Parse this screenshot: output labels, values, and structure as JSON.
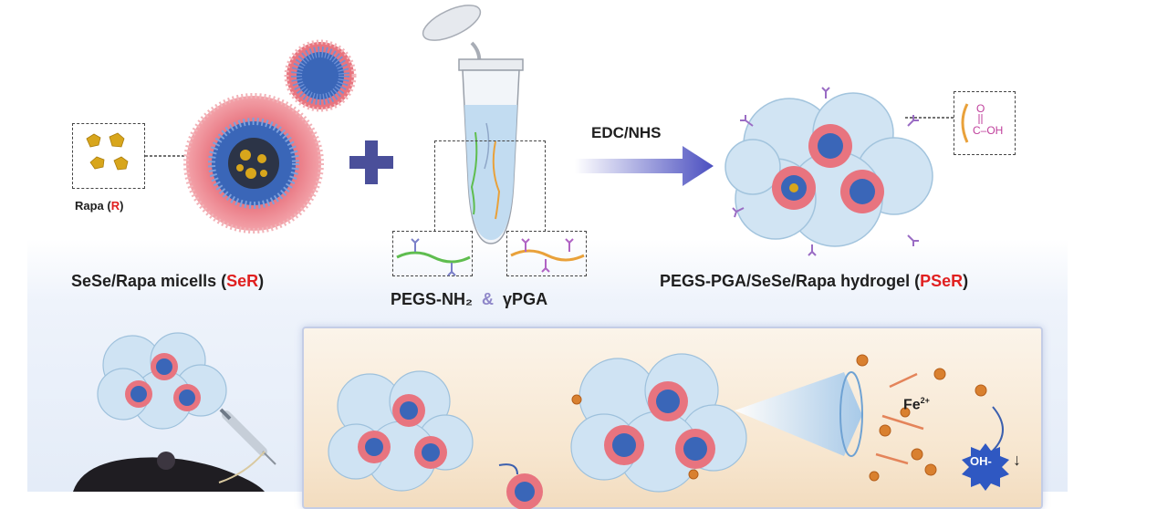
{
  "labels": {
    "rapa_prefix": "Rapa (",
    "rapa_abbr": "R",
    "rapa_suffix": ")",
    "micelle_text": "SeSe/Rapa micells (",
    "micelle_abbr": "SeR",
    "micelle_suffix": ")",
    "peg_text": "PEGS-NH₂",
    "amp": "&",
    "pga_text": "γPGA",
    "reagent": "EDC/NHS",
    "hydrogel_text": "PEGS-PGA/SeSe/Rapa hydrogel  (",
    "hydrogel_abbr": "PSeR",
    "hydrogel_suffix": ")",
    "carboxyl_o": "O",
    "carboxyl_formula": "C–OH",
    "iron_ion": "Fe",
    "iron_charge": "2+",
    "hydroxyl": "OH-",
    "down_arrow": "↓"
  },
  "colors": {
    "micelle_corona": "#e8747f",
    "micelle_core": "#3a66b8",
    "drug": "#d8a61c",
    "plus": "#4a4f9a",
    "arrow": "#4b4fc0",
    "hydrogel": "#cfe3f3",
    "chain_green": "#5fbd4f",
    "chain_orange": "#e9a13a",
    "ion": "#d9802f",
    "red_label": "#e02020"
  },
  "icons": [
    "drug-crystal-icon",
    "micelle-icon",
    "plus-icon",
    "tube-icon",
    "arrow-icon",
    "hydrogel-icon",
    "mouse-icon",
    "syringe-icon",
    "ion-icon",
    "funnel-icon"
  ]
}
